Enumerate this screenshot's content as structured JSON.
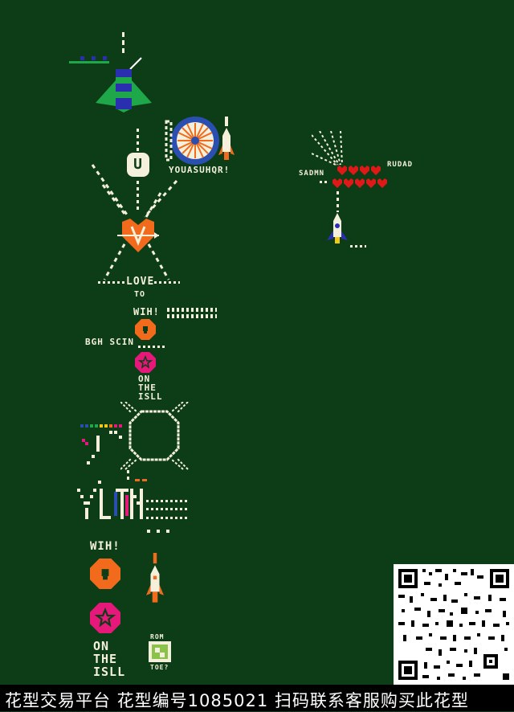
{
  "labels": {
    "youasuhqr": "YOUASUHQR!",
    "sadmn": "SADMN",
    "rudad": "RUDAD",
    "love": "LOVE",
    "to": "TO",
    "wih1": "WIH!",
    "bgh_scin": "BGH SCIN",
    "on_the_isll_1": [
      "ON",
      "THE",
      "ISLL"
    ],
    "wih2": "WIH!",
    "on_the_isll_2": [
      "ON",
      "THE",
      "ISLL"
    ],
    "rom": "ROM",
    "toe": "TOE?",
    "badge_u": "U",
    "heart_v": "V"
  },
  "footer": {
    "text": "花型交易平台  花型编号1085021  扫码联系客服购买此花型"
  },
  "colors": {
    "background": "#0d3d17",
    "pixel_white": "#f4f0dc",
    "orange": "#f26a1b",
    "magenta": "#e6187a",
    "heart_red": "#e01818",
    "bug_green": "#1ea84a",
    "bug_blue": "#2a2fb0"
  }
}
